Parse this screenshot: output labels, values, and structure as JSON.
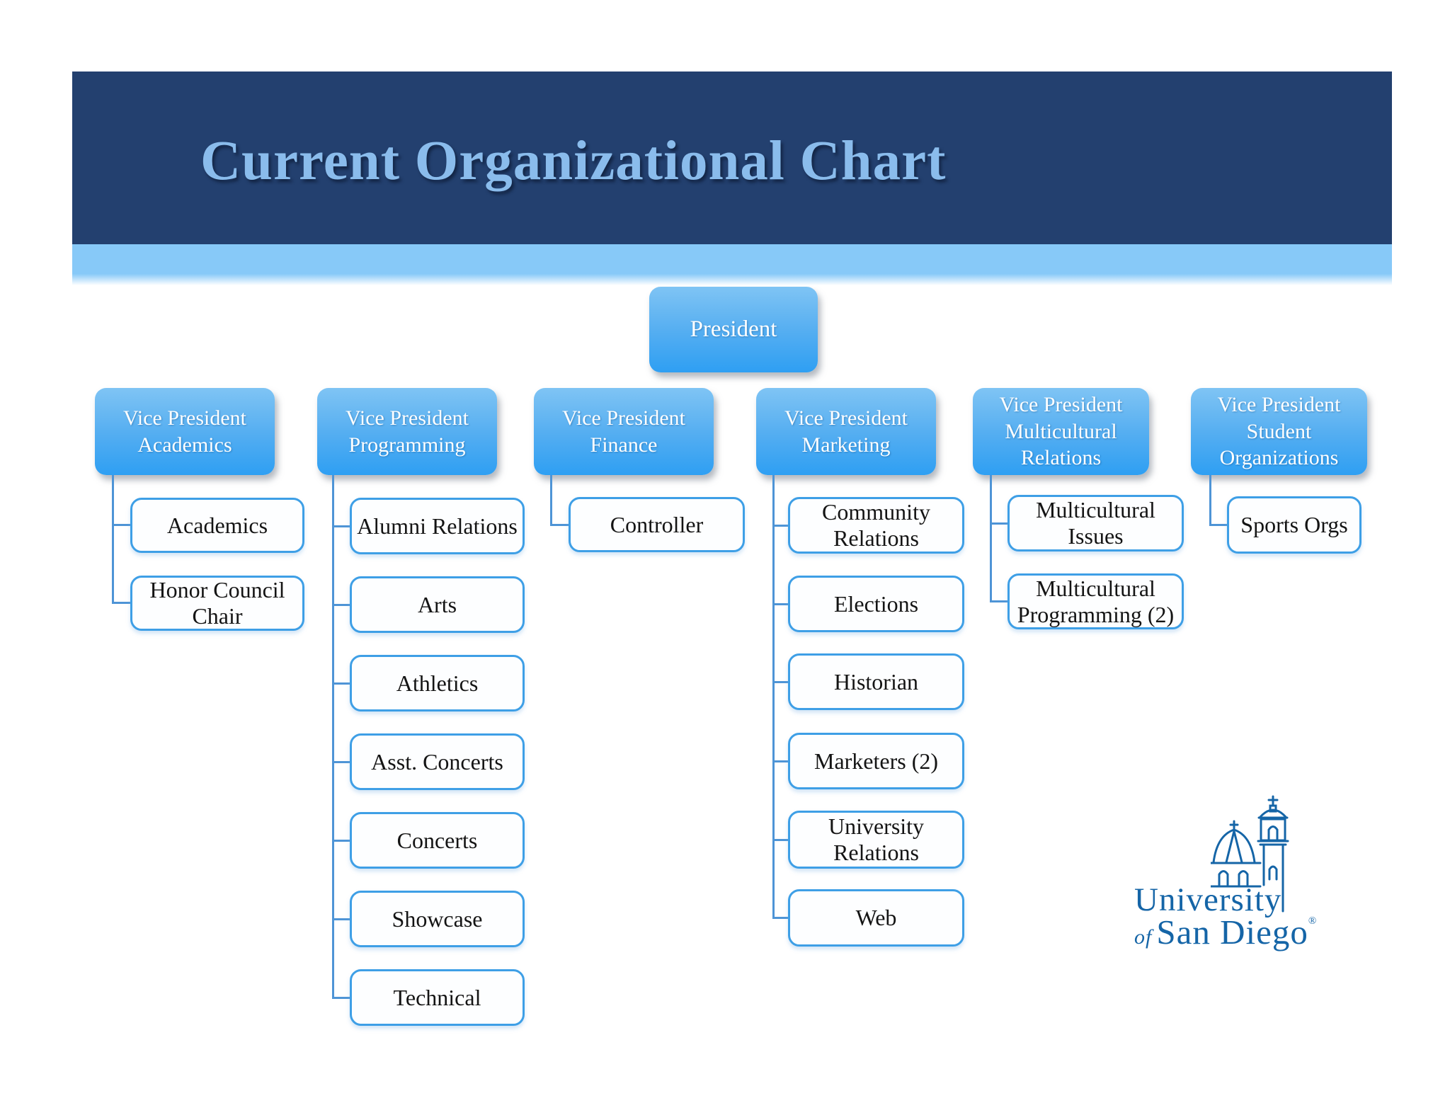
{
  "slide": {
    "title": "Current Organizational Chart"
  },
  "org": {
    "root": {
      "label": "President"
    },
    "groups": [
      {
        "vp": "Vice President Academics",
        "children": [
          "Academics",
          "Honor Council Chair"
        ]
      },
      {
        "vp": "Vice President Programming",
        "children": [
          "Alumni Relations",
          "Arts",
          "Athletics",
          "Asst. Concerts",
          "Concerts",
          "Showcase",
          "Technical"
        ]
      },
      {
        "vp": "Vice President Finance",
        "children": [
          "Controller"
        ]
      },
      {
        "vp": "Vice President Marketing",
        "children": [
          "Community Relations",
          "Elections",
          "Historian",
          "Marketers (2)",
          "University Relations",
          "Web"
        ]
      },
      {
        "vp": "Vice President Multicultural Relations",
        "children": [
          "Multicultural Issues",
          "Multicultural Programming (2)"
        ]
      },
      {
        "vp": "Vice President Student Organizations",
        "children": [
          "Sports Orgs"
        ]
      }
    ]
  },
  "logo": {
    "line1": "University",
    "of": "of",
    "rest": "San Diego",
    "registered": "®"
  },
  "colors": {
    "header_navy": "#23406F",
    "stripe_blue": "#87C9F8",
    "title_blue": "#8ABCEC",
    "node_gradient_top": "#7FC4F4",
    "node_gradient_bottom": "#2E9FF3",
    "child_border": "#3E9FE6",
    "connector": "#4E94D6",
    "logo_blue": "#1565A7"
  }
}
